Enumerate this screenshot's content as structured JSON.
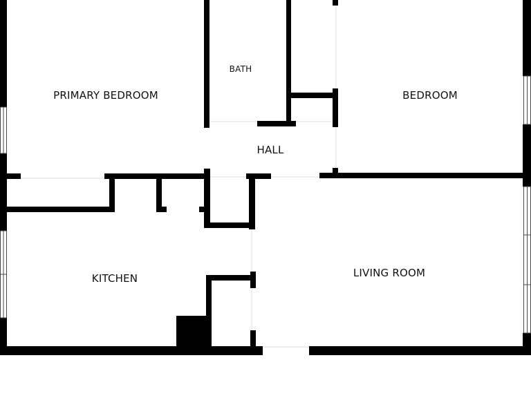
{
  "rooms": {
    "primary_bedroom": "PRIMARY BEDROOM",
    "bath": "BATH",
    "bedroom": "BEDROOM",
    "hall": "HALL",
    "kitchen": "KITCHEN",
    "living_room": "LIVING ROOM"
  },
  "colors": {
    "wall": "#000000",
    "background": "#ffffff",
    "window_stroke": "#444444"
  }
}
